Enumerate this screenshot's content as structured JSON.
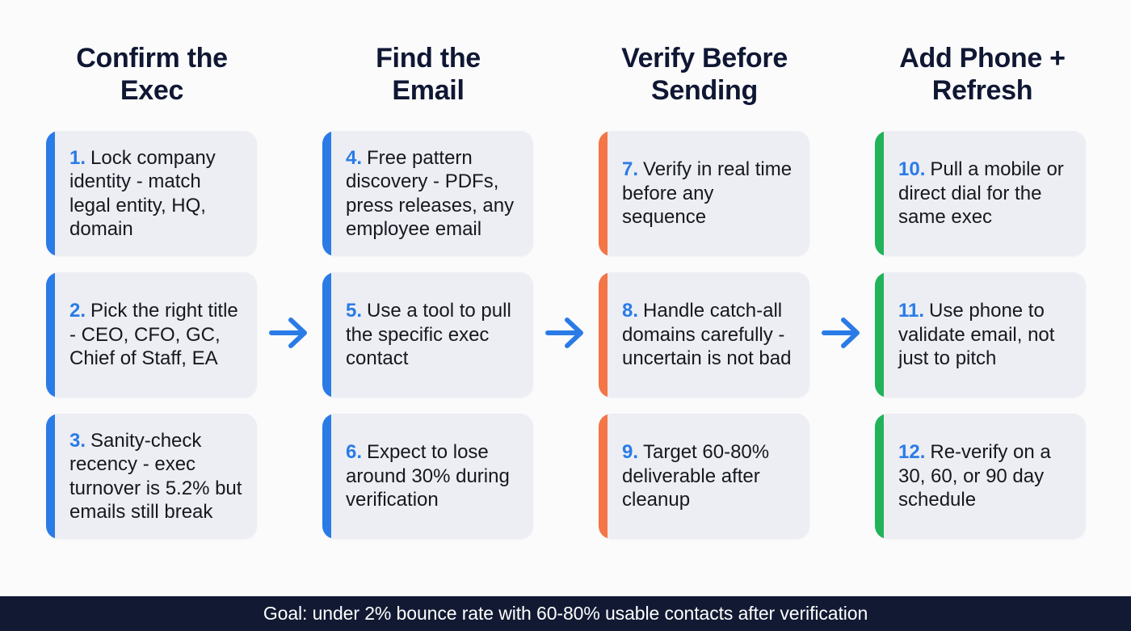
{
  "colors": {
    "blue": "#2a7be6",
    "orange": "#f47545",
    "green": "#22b35a",
    "title": "#0f1733",
    "footer_bg": "#121a33"
  },
  "columns": [
    {
      "title_line1": "Confirm the",
      "title_line2": "Exec",
      "accent": "blue",
      "steps": [
        {
          "num": "1.",
          "text": "Lock company identity - match legal entity, HQ, domain"
        },
        {
          "num": "2.",
          "text": "Pick the right title - CEO, CFO, GC, Chief of Staff, EA"
        },
        {
          "num": "3.",
          "text": "Sanity-check recency - exec turnover is 5.2% but emails still break"
        }
      ]
    },
    {
      "title_line1": "Find the",
      "title_line2": "Email",
      "accent": "blue",
      "steps": [
        {
          "num": "4.",
          "text": "Free pattern discovery - PDFs, press releases, any employee email"
        },
        {
          "num": "5.",
          "text": "Use a tool to pull the specific exec contact"
        },
        {
          "num": "6.",
          "text": "Expect to lose around 30% during verification"
        }
      ]
    },
    {
      "title_line1": "Verify Before",
      "title_line2": "Sending",
      "accent": "orange",
      "steps": [
        {
          "num": "7.",
          "text": "Verify in real time before any sequence"
        },
        {
          "num": "8.",
          "text": "Handle catch-all domains carefully - uncertain is not bad"
        },
        {
          "num": "9.",
          "text": "Target 60-80% deliverable after cleanup"
        }
      ]
    },
    {
      "title_line1": "Add Phone +",
      "title_line2": "Refresh",
      "accent": "green",
      "steps": [
        {
          "num": "10.",
          "text": "Pull a mobile or direct dial for the same exec"
        },
        {
          "num": "11.",
          "text": "Use phone to validate email, not just to pitch"
        },
        {
          "num": "12.",
          "text": "Re-verify on a 30, 60, or 90 day schedule"
        }
      ]
    }
  ],
  "arrows": [
    "arrow-right-icon",
    "arrow-right-icon",
    "arrow-right-icon"
  ],
  "footer": {
    "text": "Goal: under 2% bounce rate with 60-80% usable contacts after verification"
  }
}
